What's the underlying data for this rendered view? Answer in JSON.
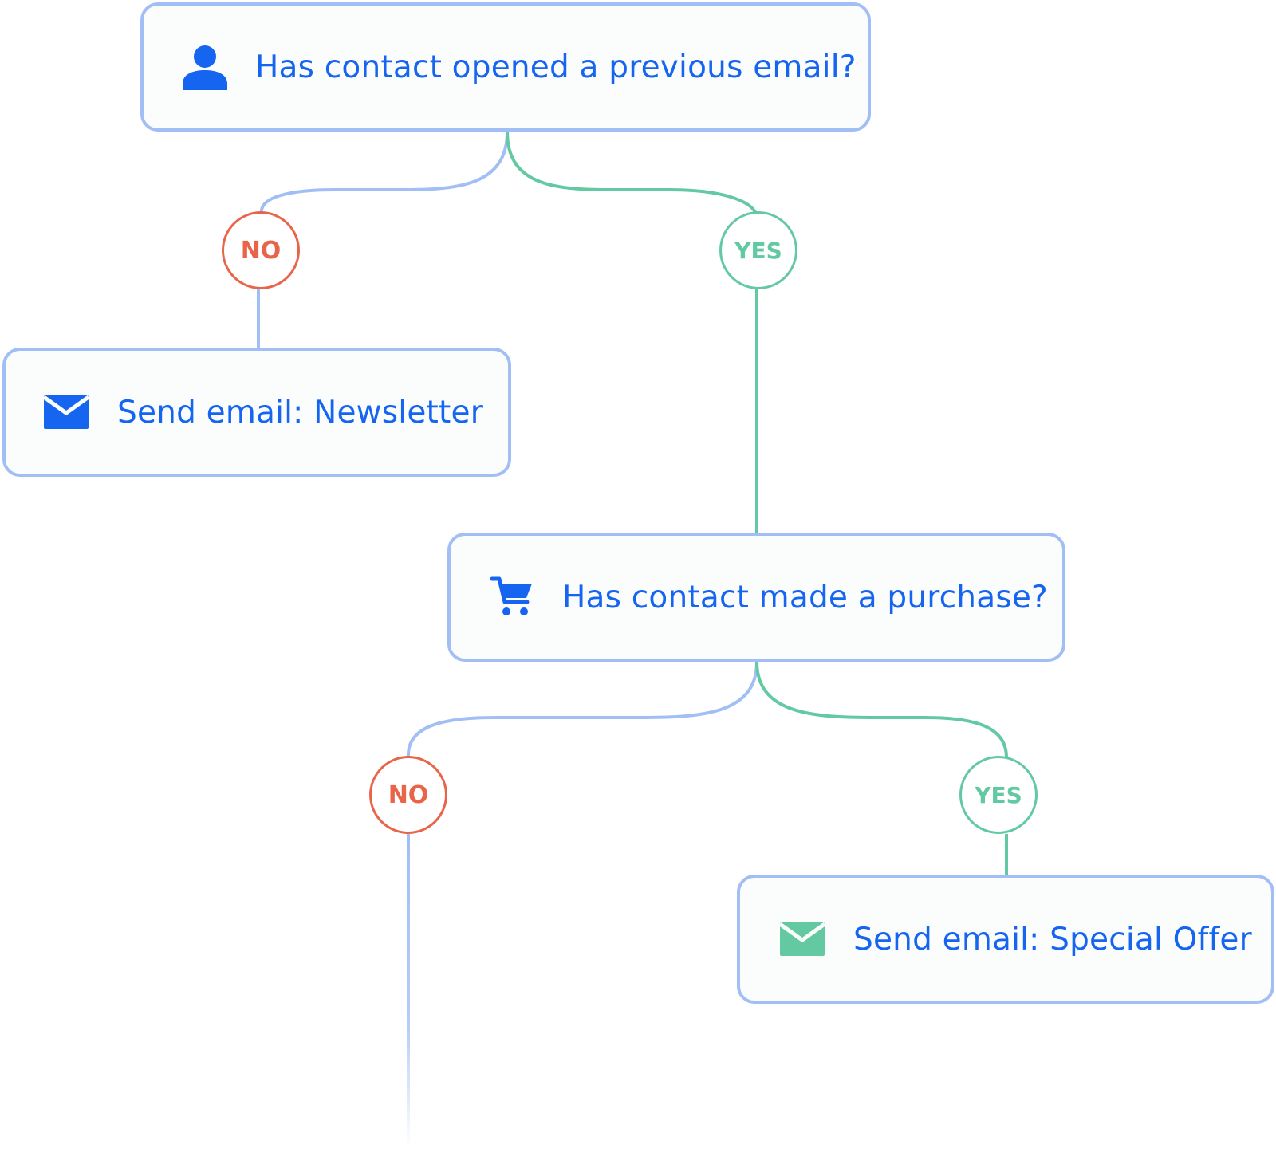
{
  "colors": {
    "text": "#1565f0",
    "node_border": "#a2bff5",
    "node_fill": "#fbfdfd",
    "no": "#e8654a",
    "yes": "#63c9a3",
    "icon_blue": "#1565f0",
    "icon_green": "#63c9a3"
  },
  "nodes": {
    "opened_email": {
      "label": "Has contact opened a previous email?",
      "icon": "person-icon"
    },
    "newsletter": {
      "label": "Send email: Newsletter",
      "icon": "envelope-icon"
    },
    "purchase": {
      "label": "Has contact made a purchase?",
      "icon": "shopping-cart-icon"
    },
    "special_offer": {
      "label": "Send email: Special Offer",
      "icon": "envelope-icon"
    }
  },
  "branches": {
    "first_no": "NO",
    "first_yes": "YES",
    "second_no": "NO",
    "second_yes": "YES"
  }
}
